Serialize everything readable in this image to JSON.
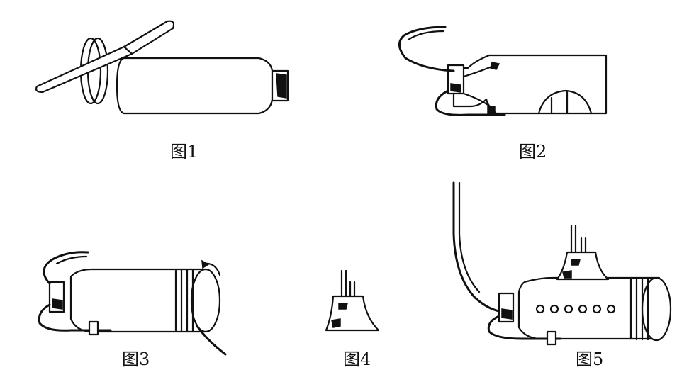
{
  "figures": [
    {
      "id": "fig1",
      "caption": "图1"
    },
    {
      "id": "fig2",
      "caption": "图2"
    },
    {
      "id": "fig3",
      "caption": "图3"
    },
    {
      "id": "fig4",
      "caption": "图4"
    },
    {
      "id": "fig5",
      "caption": "图5"
    }
  ]
}
